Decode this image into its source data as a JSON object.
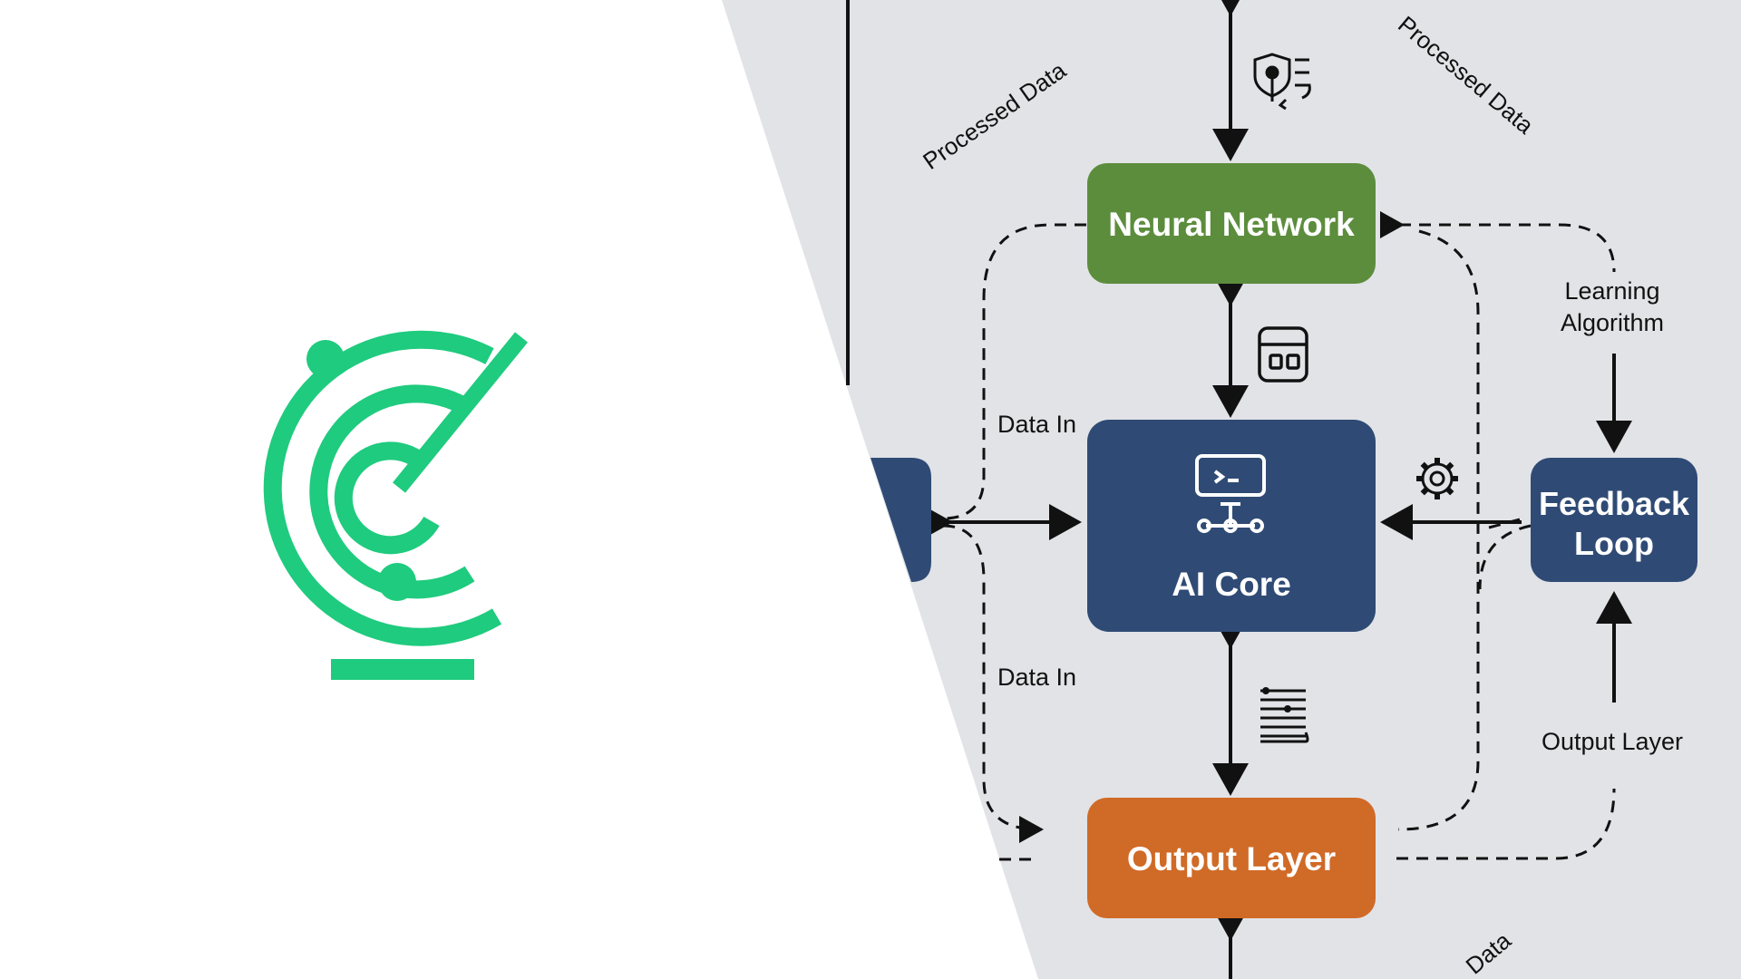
{
  "colors": {
    "background_left": "#ffffff",
    "background_right": "#e2e3e7",
    "logo_green": "#1fcb7e",
    "node_green": "#5c8d3d",
    "node_navy": "#2f4b75",
    "node_orange": "#d06a27",
    "line": "#111111"
  },
  "logo": {
    "icon": "orbit-c-logo-icon"
  },
  "nodes": {
    "neural_network": {
      "label": "Neural Network"
    },
    "ai_core": {
      "label": "AI Core",
      "icon": "code-chip-icon"
    },
    "output_layer": {
      "label": "Output Layer"
    },
    "feedback_loop": {
      "line1": "Feedback",
      "line2": "Loop"
    },
    "input_partial": {
      "label": ""
    }
  },
  "edge_labels": {
    "processed_data_left": "Processed Data",
    "processed_data_right": "Processed Data",
    "processed_data_bottom": "Data",
    "data_in_top": "Data In",
    "data_in_bottom": "Data In",
    "learning_algorithm_1": "Learning",
    "learning_algorithm_2": "Algorithm",
    "output_layer_label": "Output Layer"
  },
  "icons": {
    "top": "shield-brain-icon",
    "middle": "chip-layers-icon",
    "bottom": "list-lines-icon",
    "gear": "gear-icon"
  }
}
